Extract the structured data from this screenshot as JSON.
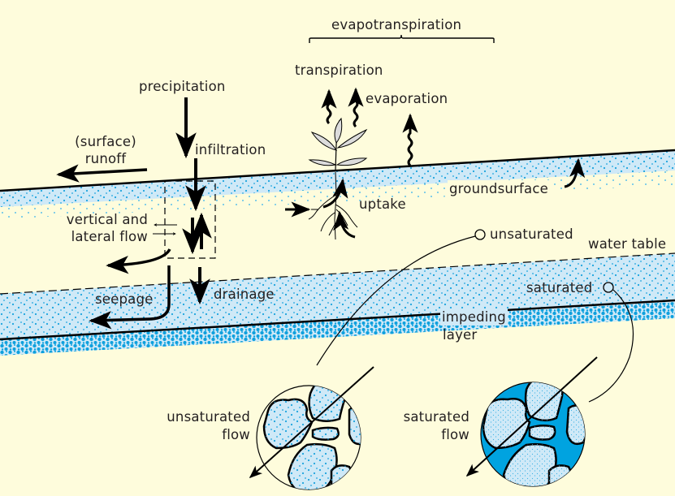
{
  "title": "Soil water flow processes",
  "labels": {
    "evapotranspiration": "evapotranspiration",
    "transpiration": "transpiration",
    "evaporation": "evaporation",
    "precipitation": "precipitation",
    "surface_runoff_line1": "(surface)",
    "surface_runoff_line2": "runoff",
    "infiltration": "infiltration",
    "uptake": "uptake",
    "groundsurface": "groundsurface",
    "vertical_lateral_line1": "vertical and",
    "vertical_lateral_line2": "lateral flow",
    "unsaturated": "unsaturated",
    "water_table": "water table",
    "saturated": "saturated",
    "seepage": "seepage",
    "drainage": "drainage",
    "impeding_line1": "impeding",
    "impeding_line2": "layer",
    "unsat_flow_line1": "unsaturated",
    "unsat_flow_line2": "flow",
    "sat_flow_line1": "saturated",
    "sat_flow_line2": "flow"
  },
  "colors": {
    "background": "#fefcdc",
    "light_water": "#cfe9f7",
    "dot_blue": "#1aa3dd",
    "saturated_fill": "#00a3e0",
    "leaf": "#dcdcdc",
    "ink": "#000000",
    "text": "#231f20"
  }
}
